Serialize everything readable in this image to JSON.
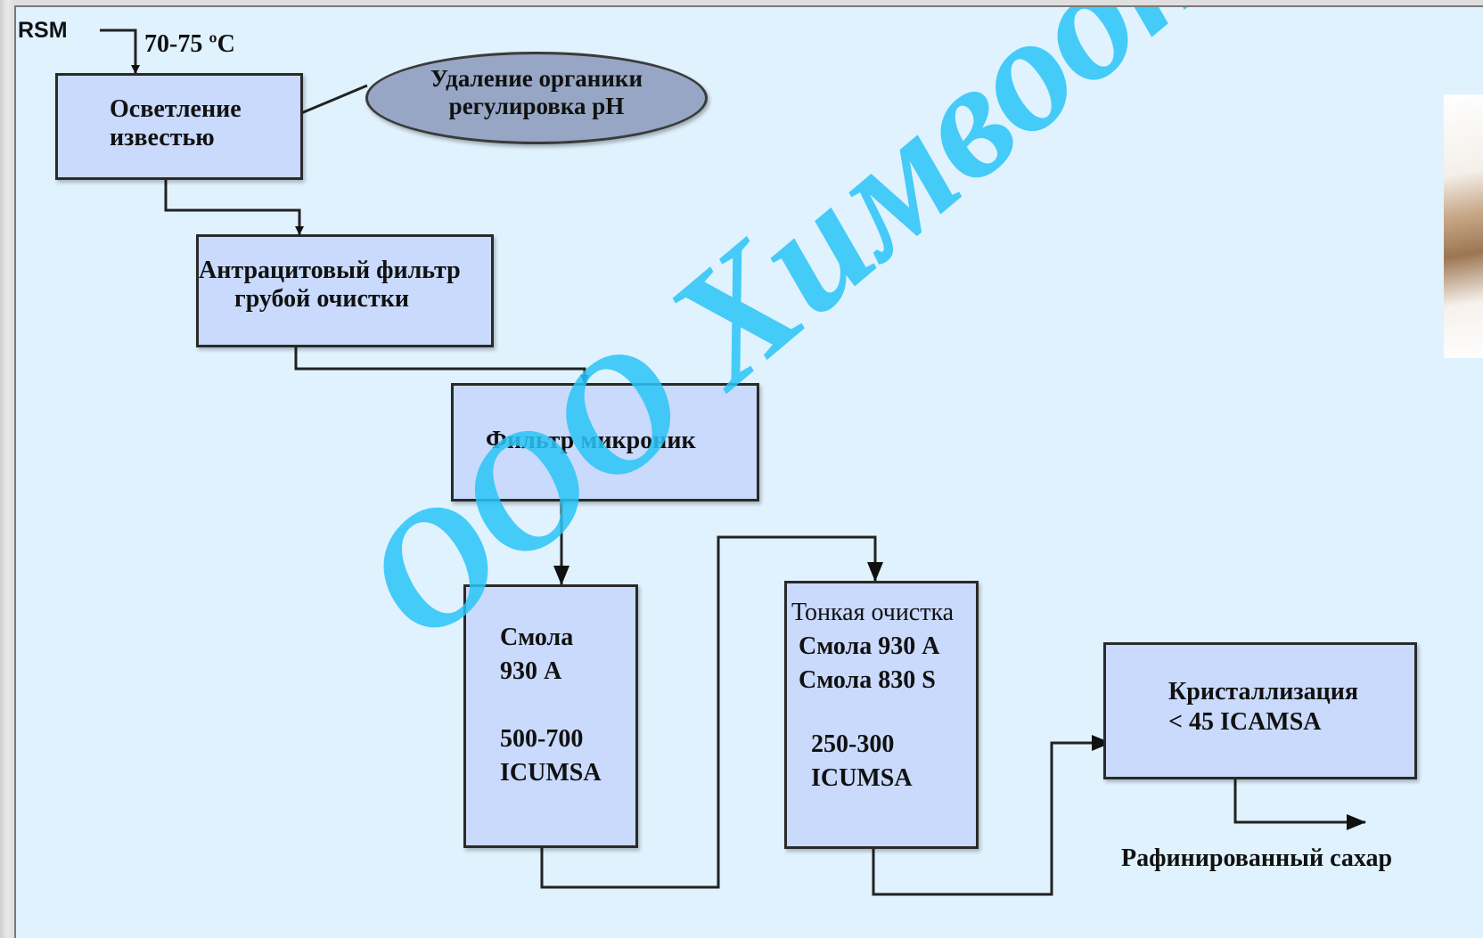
{
  "diagram": {
    "source_label": "RSM",
    "temperature_label": "70-75 ºC",
    "clarification": {
      "line1": "Осветление",
      "line2": "известью"
    },
    "clarification_note": {
      "line1": "Удаление органики",
      "line2": "регулировка pH"
    },
    "anthracite_filter": {
      "line1": "Антрацитовый фильтр",
      "line2": "грубой очистки"
    },
    "micronic_filter": {
      "label": "Фильтр микроник"
    },
    "resin_stage": {
      "line1": "Смола",
      "line2": "930 А",
      "line3": "500-700",
      "line4": "ICUMSA"
    },
    "fine_stage": {
      "title": "Тонкая очистка",
      "line1": "Смола 930 А",
      "line2": "Смола 830 S",
      "line3": "250-300",
      "line4": "ICUMSA"
    },
    "crystallization": {
      "line1": "Кристаллизация",
      "line2": "< 45 ICAMSA"
    },
    "output_label": "Рафинированный сахар"
  },
  "watermark": "ООО Химводтехника",
  "colors": {
    "background": "#e0f2fe",
    "box_fill": "#c9dafc",
    "ellipse_fill": "#96a6c4",
    "watermark": "#2bc5f7"
  }
}
